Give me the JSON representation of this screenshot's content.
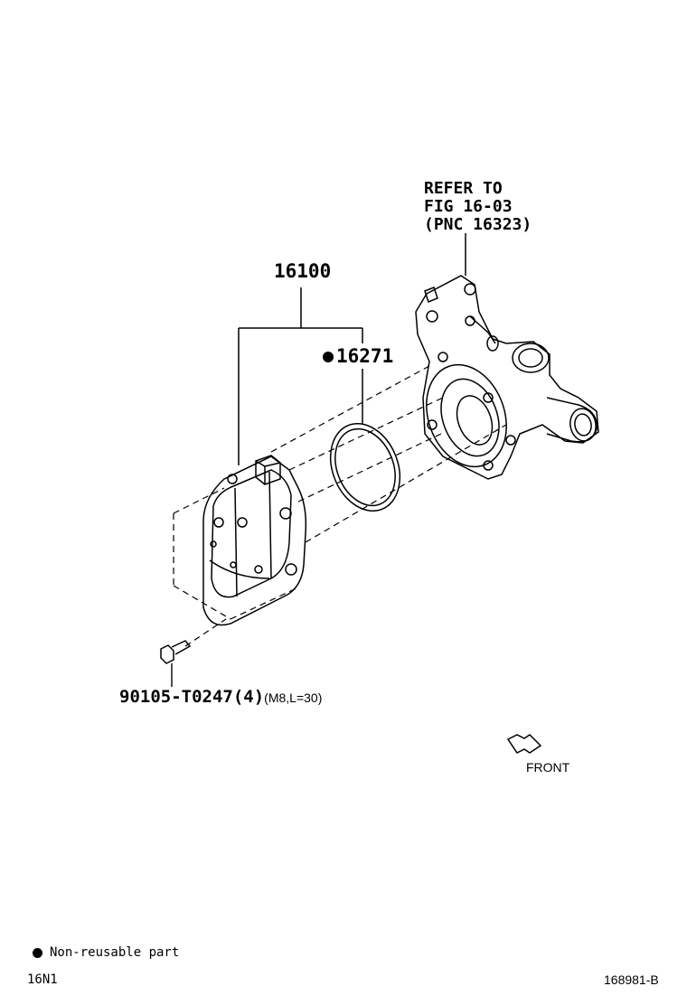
{
  "refer": {
    "line1": "REFER TO",
    "line2": "FIG 16-03",
    "line3": "(PNC 16323)"
  },
  "parts": {
    "pump_assy": "16100",
    "gasket": "16271",
    "bolt_number": "90105-T0247(4)",
    "bolt_spec": "(M8,L=30)"
  },
  "front_label": "FRONT",
  "legend": {
    "non_reusable": "Non-reusable part"
  },
  "footer": {
    "left_code": "16N1",
    "right_code": "168981-B"
  }
}
